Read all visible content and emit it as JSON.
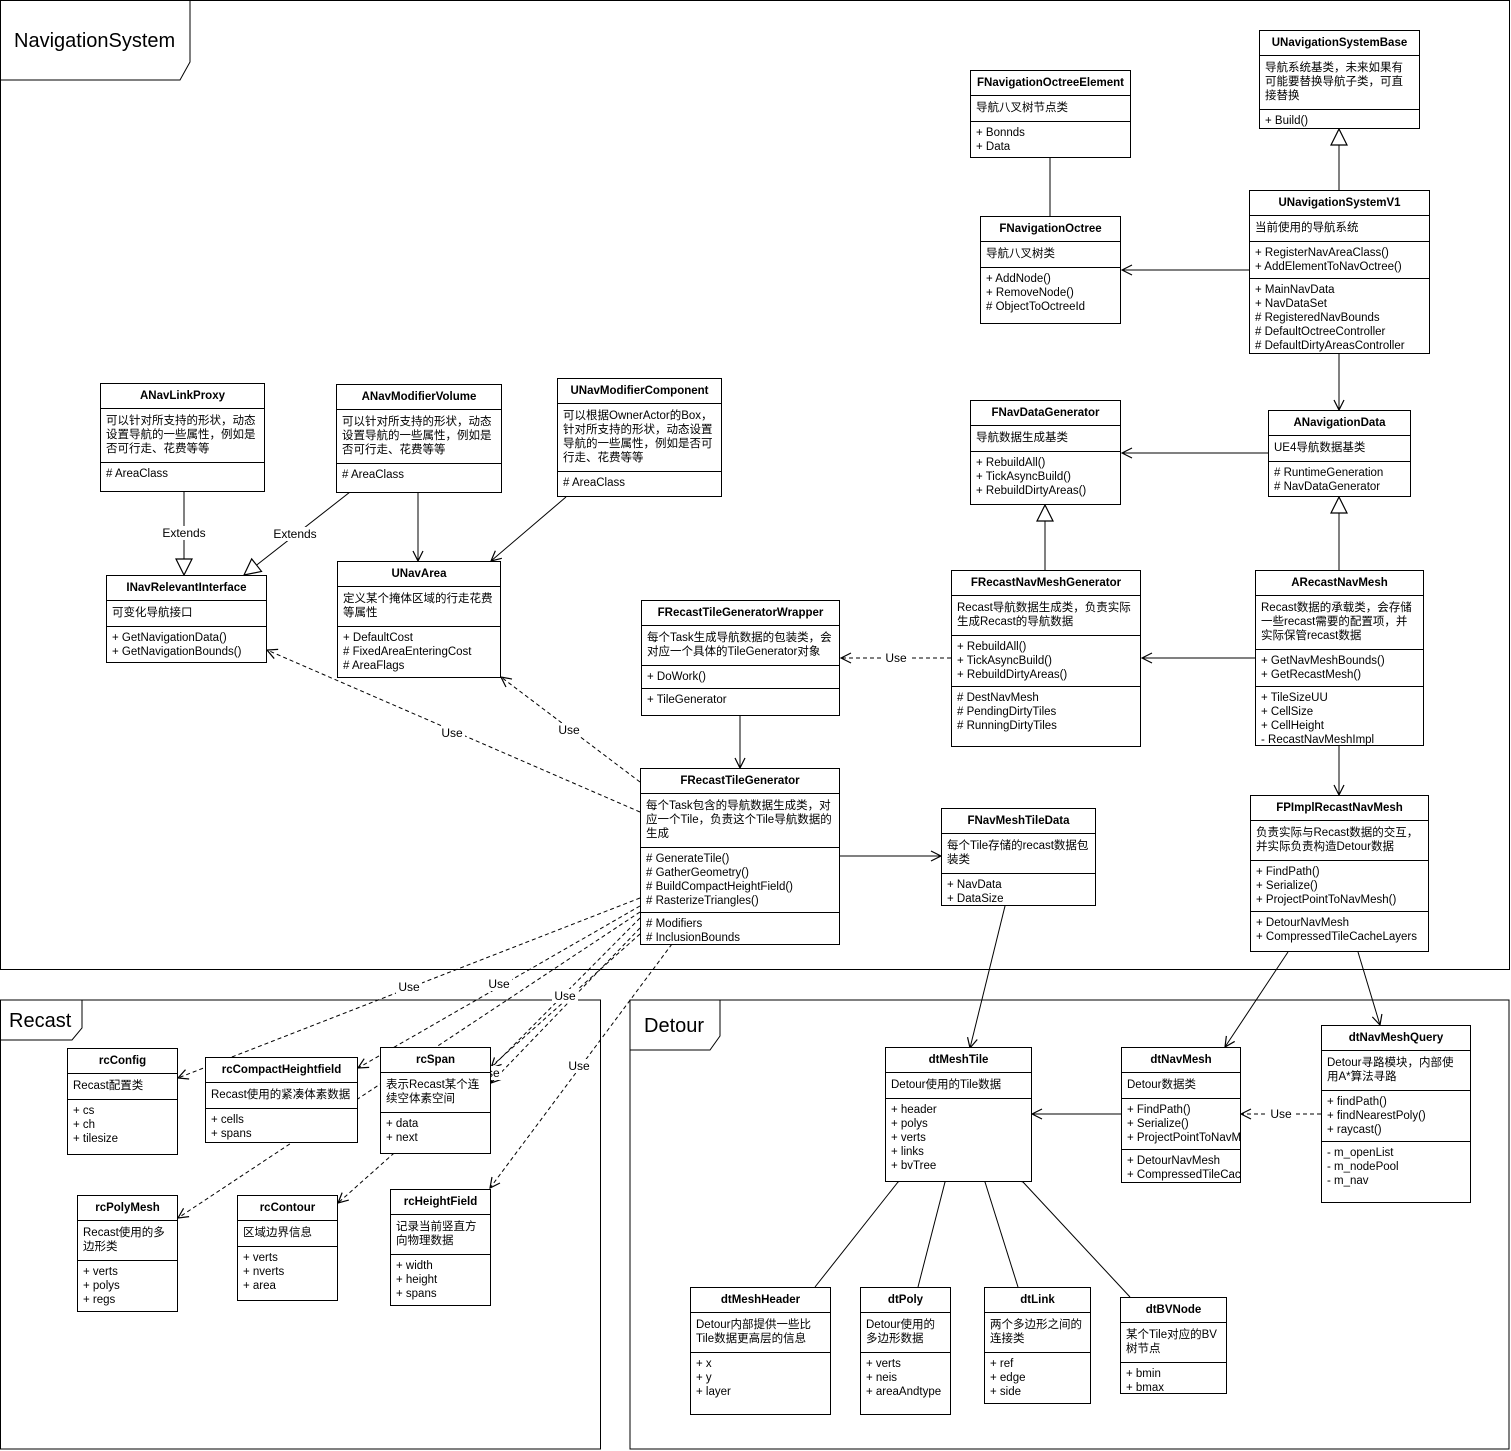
{
  "packages": {
    "navsys": "NavigationSystem",
    "recast": "Recast",
    "detour": "Detour"
  },
  "edge_labels": {
    "extends": "Extends",
    "use": "Use"
  },
  "classes": {
    "UNavigationSystemBase": {
      "name": "UNavigationSystemBase",
      "desc": "导航系统基类，未来如果有可能要替换导航子类，可直接替换",
      "sections": [
        [
          "+ Build()"
        ]
      ]
    },
    "FNavigationOctreeElement": {
      "name": "FNavigationOctreeElement",
      "desc": "导航八叉树节点类",
      "sections": [
        [
          "+ Bonnds",
          "+ Data"
        ]
      ]
    },
    "UNavigationSystemV1": {
      "name": "UNavigationSystemV1",
      "desc": "当前使用的导航系统",
      "sections": [
        [
          "+ RegisterNavAreaClass()",
          "+ AddElementToNavOctree()"
        ],
        [
          "+ MainNavData",
          "+ NavDataSet",
          "# RegisteredNavBounds",
          "# DefaultOctreeController",
          "# DefaultDirtyAreasController"
        ]
      ]
    },
    "FNavigationOctree": {
      "name": "FNavigationOctree",
      "desc": "导航八叉树类",
      "sections": [
        [
          "+ AddNode()",
          "+ RemoveNode()",
          "# ObjectToOctreeId"
        ]
      ]
    },
    "ANavLinkProxy": {
      "name": "ANavLinkProxy",
      "desc": "可以针对所支持的形状，动态设置导航的一些属性，例如是否可行走、花费等等",
      "sections": [
        [
          "# AreaClass"
        ]
      ]
    },
    "ANavModifierVolume": {
      "name": "ANavModifierVolume",
      "desc": "可以针对所支持的形状，动态设置导航的一些属性，例如是否可行走、花费等等",
      "sections": [
        [
          "# AreaClass"
        ]
      ]
    },
    "UNavModifierComponent": {
      "name": "UNavModifierComponent",
      "desc": "可以根据OwnerActor的Box，针对所支持的形状，动态设置导航的一些属性，例如是否可行走、花费等等",
      "sections": [
        [
          "# AreaClass"
        ]
      ]
    },
    "FNavDataGenerator": {
      "name": "FNavDataGenerator",
      "desc": "导航数据生成基类",
      "sections": [
        [
          "+ RebuildAll()",
          "+ TickAsyncBuild()",
          "+ RebuildDirtyAreas()"
        ]
      ]
    },
    "ANavigationData": {
      "name": "ANavigationData",
      "desc": "UE4导航数据基类",
      "sections": [
        [
          "# RuntimeGeneration",
          "# NavDataGenerator"
        ]
      ]
    },
    "INavRelevantInterface": {
      "name": "INavRelevantInterface",
      "desc": "可变化导航接口",
      "sections": [
        [
          "+ GetNavigationData()",
          "+ GetNavigationBounds()"
        ]
      ]
    },
    "UNavArea": {
      "name": "UNavArea",
      "desc": "定义某个掩体区域的行走花费等属性",
      "sections": [
        [
          "+ DefaultCost",
          "# FixedAreaEnteringCost",
          "# AreaFlags"
        ]
      ]
    },
    "FRecastNavMeshGenerator": {
      "name": "FRecastNavMeshGenerator",
      "desc": "Recast导航数据生成类，负责实际生成Recast的导航数据",
      "sections": [
        [
          "+ RebuildAll()",
          "+ TickAsyncBuild()",
          "+ RebuildDirtyAreas()"
        ],
        [
          "# DestNavMesh",
          "# PendingDirtyTiles",
          "# RunningDirtyTiles"
        ]
      ]
    },
    "ARecastNavMesh": {
      "name": "ARecastNavMesh",
      "desc": "Recast数据的承载类，会存储一些recast需要的配置项，并实际保管recast数据",
      "sections": [
        [
          "+ GetNavMeshBounds()",
          "+ GetRecastMesh()"
        ],
        [
          "+ TileSizeUU",
          "+ CellSize",
          "+ CellHeight",
          "- RecastNavMeshImpl"
        ]
      ]
    },
    "FRecastTileGeneratorWrapper": {
      "name": "FRecastTileGeneratorWrapper",
      "desc": "每个Task生成导航数据的包装类，会对应一个具体的TileGenerator对象",
      "sections": [
        [
          "+ DoWork()"
        ],
        [
          "+ TileGenerator"
        ]
      ]
    },
    "FRecastTileGenerator": {
      "name": "FRecastTileGenerator",
      "desc": "每个Task包含的导航数据生成类，对应一个Tile，负责这个Tile导航数据的生成",
      "sections": [
        [
          "# GenerateTile()",
          "# GatherGeometry()",
          "# BuildCompactHeightField()",
          "# RasterizeTriangles()"
        ],
        [
          "# Modifiers",
          "# InclusionBounds"
        ]
      ]
    },
    "FNavMeshTileData": {
      "name": "FNavMeshTileData",
      "desc": "每个Tile存储的recast数据包装类",
      "sections": [
        [
          "+ NavData",
          "+ DataSize"
        ]
      ]
    },
    "FPImplRecastNavMesh": {
      "name": "FPImplRecastNavMesh",
      "desc": "负责实际与Recast数据的交互，并实际负责构造Detour数据",
      "sections": [
        [
          "+ FindPath()",
          "+ Serialize()",
          "+ ProjectPointToNavMesh()"
        ],
        [
          "+ DetourNavMesh",
          "+ CompressedTileCacheLayers"
        ]
      ]
    },
    "rcConfig": {
      "name": "rcConfig",
      "desc": "Recast配置类",
      "sections": [
        [
          "+ cs",
          "+ ch",
          "+ tilesize"
        ]
      ]
    },
    "rcCompactHeightfield": {
      "name": "rcCompactHeightfield",
      "desc": "Recast使用的紧凑体素数据",
      "sections": [
        [
          "+ cells",
          "+ spans"
        ]
      ]
    },
    "rcSpan": {
      "name": "rcSpan",
      "desc": "表示Recast某个连续空体素空间",
      "sections": [
        [
          "+ data",
          "+ next"
        ]
      ]
    },
    "rcPolyMesh": {
      "name": "rcPolyMesh",
      "desc": "Recast使用的多边形类",
      "sections": [
        [
          "+ verts",
          "+ polys",
          "+ regs"
        ]
      ]
    },
    "rcContour": {
      "name": "rcContour",
      "desc": "区域边界信息",
      "sections": [
        [
          "+ verts",
          "+ nverts",
          "+ area"
        ]
      ]
    },
    "rcHeightField": {
      "name": "rcHeightField",
      "desc": "记录当前竖直方向物理数据",
      "sections": [
        [
          "+ width",
          "+ height",
          "+ spans"
        ]
      ]
    },
    "dtMeshTile": {
      "name": "dtMeshTile",
      "desc": "Detour使用的Tile数据",
      "sections": [
        [
          "+ header",
          "+ polys",
          "+ verts",
          "+ links",
          "+ bvTree"
        ]
      ]
    },
    "dtNavMesh": {
      "name": "dtNavMesh",
      "desc": "Detour数据类",
      "sections": [
        [
          "+ FindPath()",
          "+ Serialize()",
          "+ ProjectPointToNavMesh()"
        ],
        [
          "+ DetourNavMesh",
          "+ CompressedTileCacheLayers"
        ]
      ]
    },
    "dtNavMeshQuery": {
      "name": "dtNavMeshQuery",
      "desc": "Detour寻路模块，内部使用A*算法寻路",
      "sections": [
        [
          "+ findPath()",
          "+ findNearestPoly()",
          "+ raycast()"
        ],
        [
          "- m_openList",
          "- m_nodePool",
          "- m_nav"
        ]
      ]
    },
    "dtMeshHeader": {
      "name": "dtMeshHeader",
      "desc": "Detour内部提供一些比Tile数据更高层的信息",
      "sections": [
        [
          "+ x",
          "+ y",
          "+ layer"
        ]
      ]
    },
    "dtPoly": {
      "name": "dtPoly",
      "desc": "Detour使用的多边形数据",
      "sections": [
        [
          "+ verts",
          "+ neis",
          "+ areaAndtype"
        ]
      ]
    },
    "dtLink": {
      "name": "dtLink",
      "desc": "两个多边形之间的连接类",
      "sections": [
        [
          "+ ref",
          "+ edge",
          "+ side"
        ]
      ]
    },
    "dtBVNode": {
      "name": "dtBVNode",
      "desc": "某个Tile对应的BV树节点",
      "sections": [
        [
          "+ bmin",
          "+ bmax"
        ]
      ]
    }
  }
}
